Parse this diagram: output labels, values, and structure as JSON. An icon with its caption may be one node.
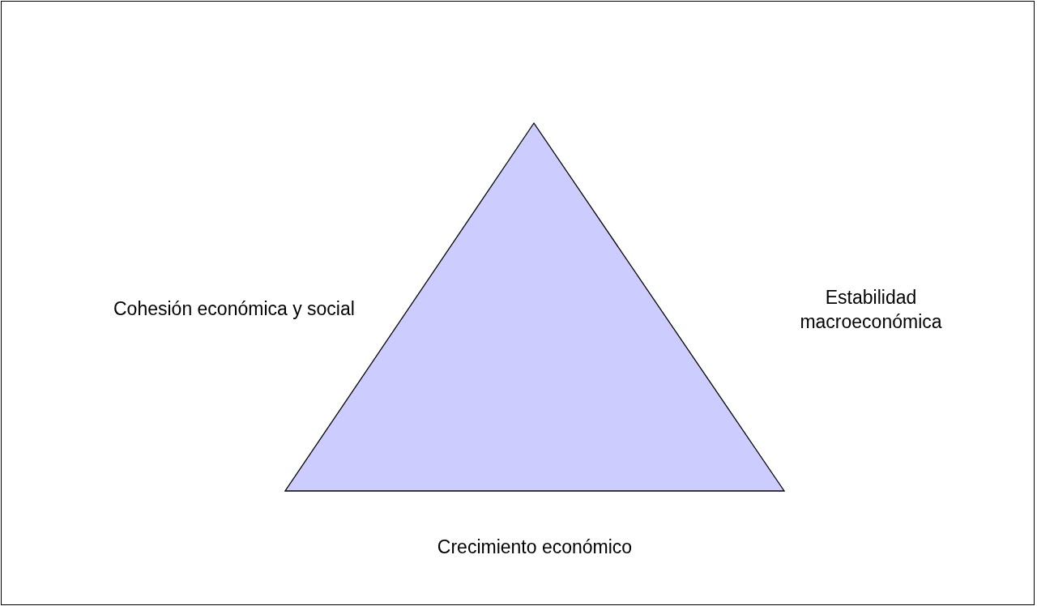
{
  "diagram": {
    "nodes": [
      {
        "text": [],
        "shape": "triangle"
      }
    ],
    "labels": [
      "Cohesión económica y social",
      "Estabilidad macroeconómica",
      "Crecimiento económico"
    ]
  }
}
